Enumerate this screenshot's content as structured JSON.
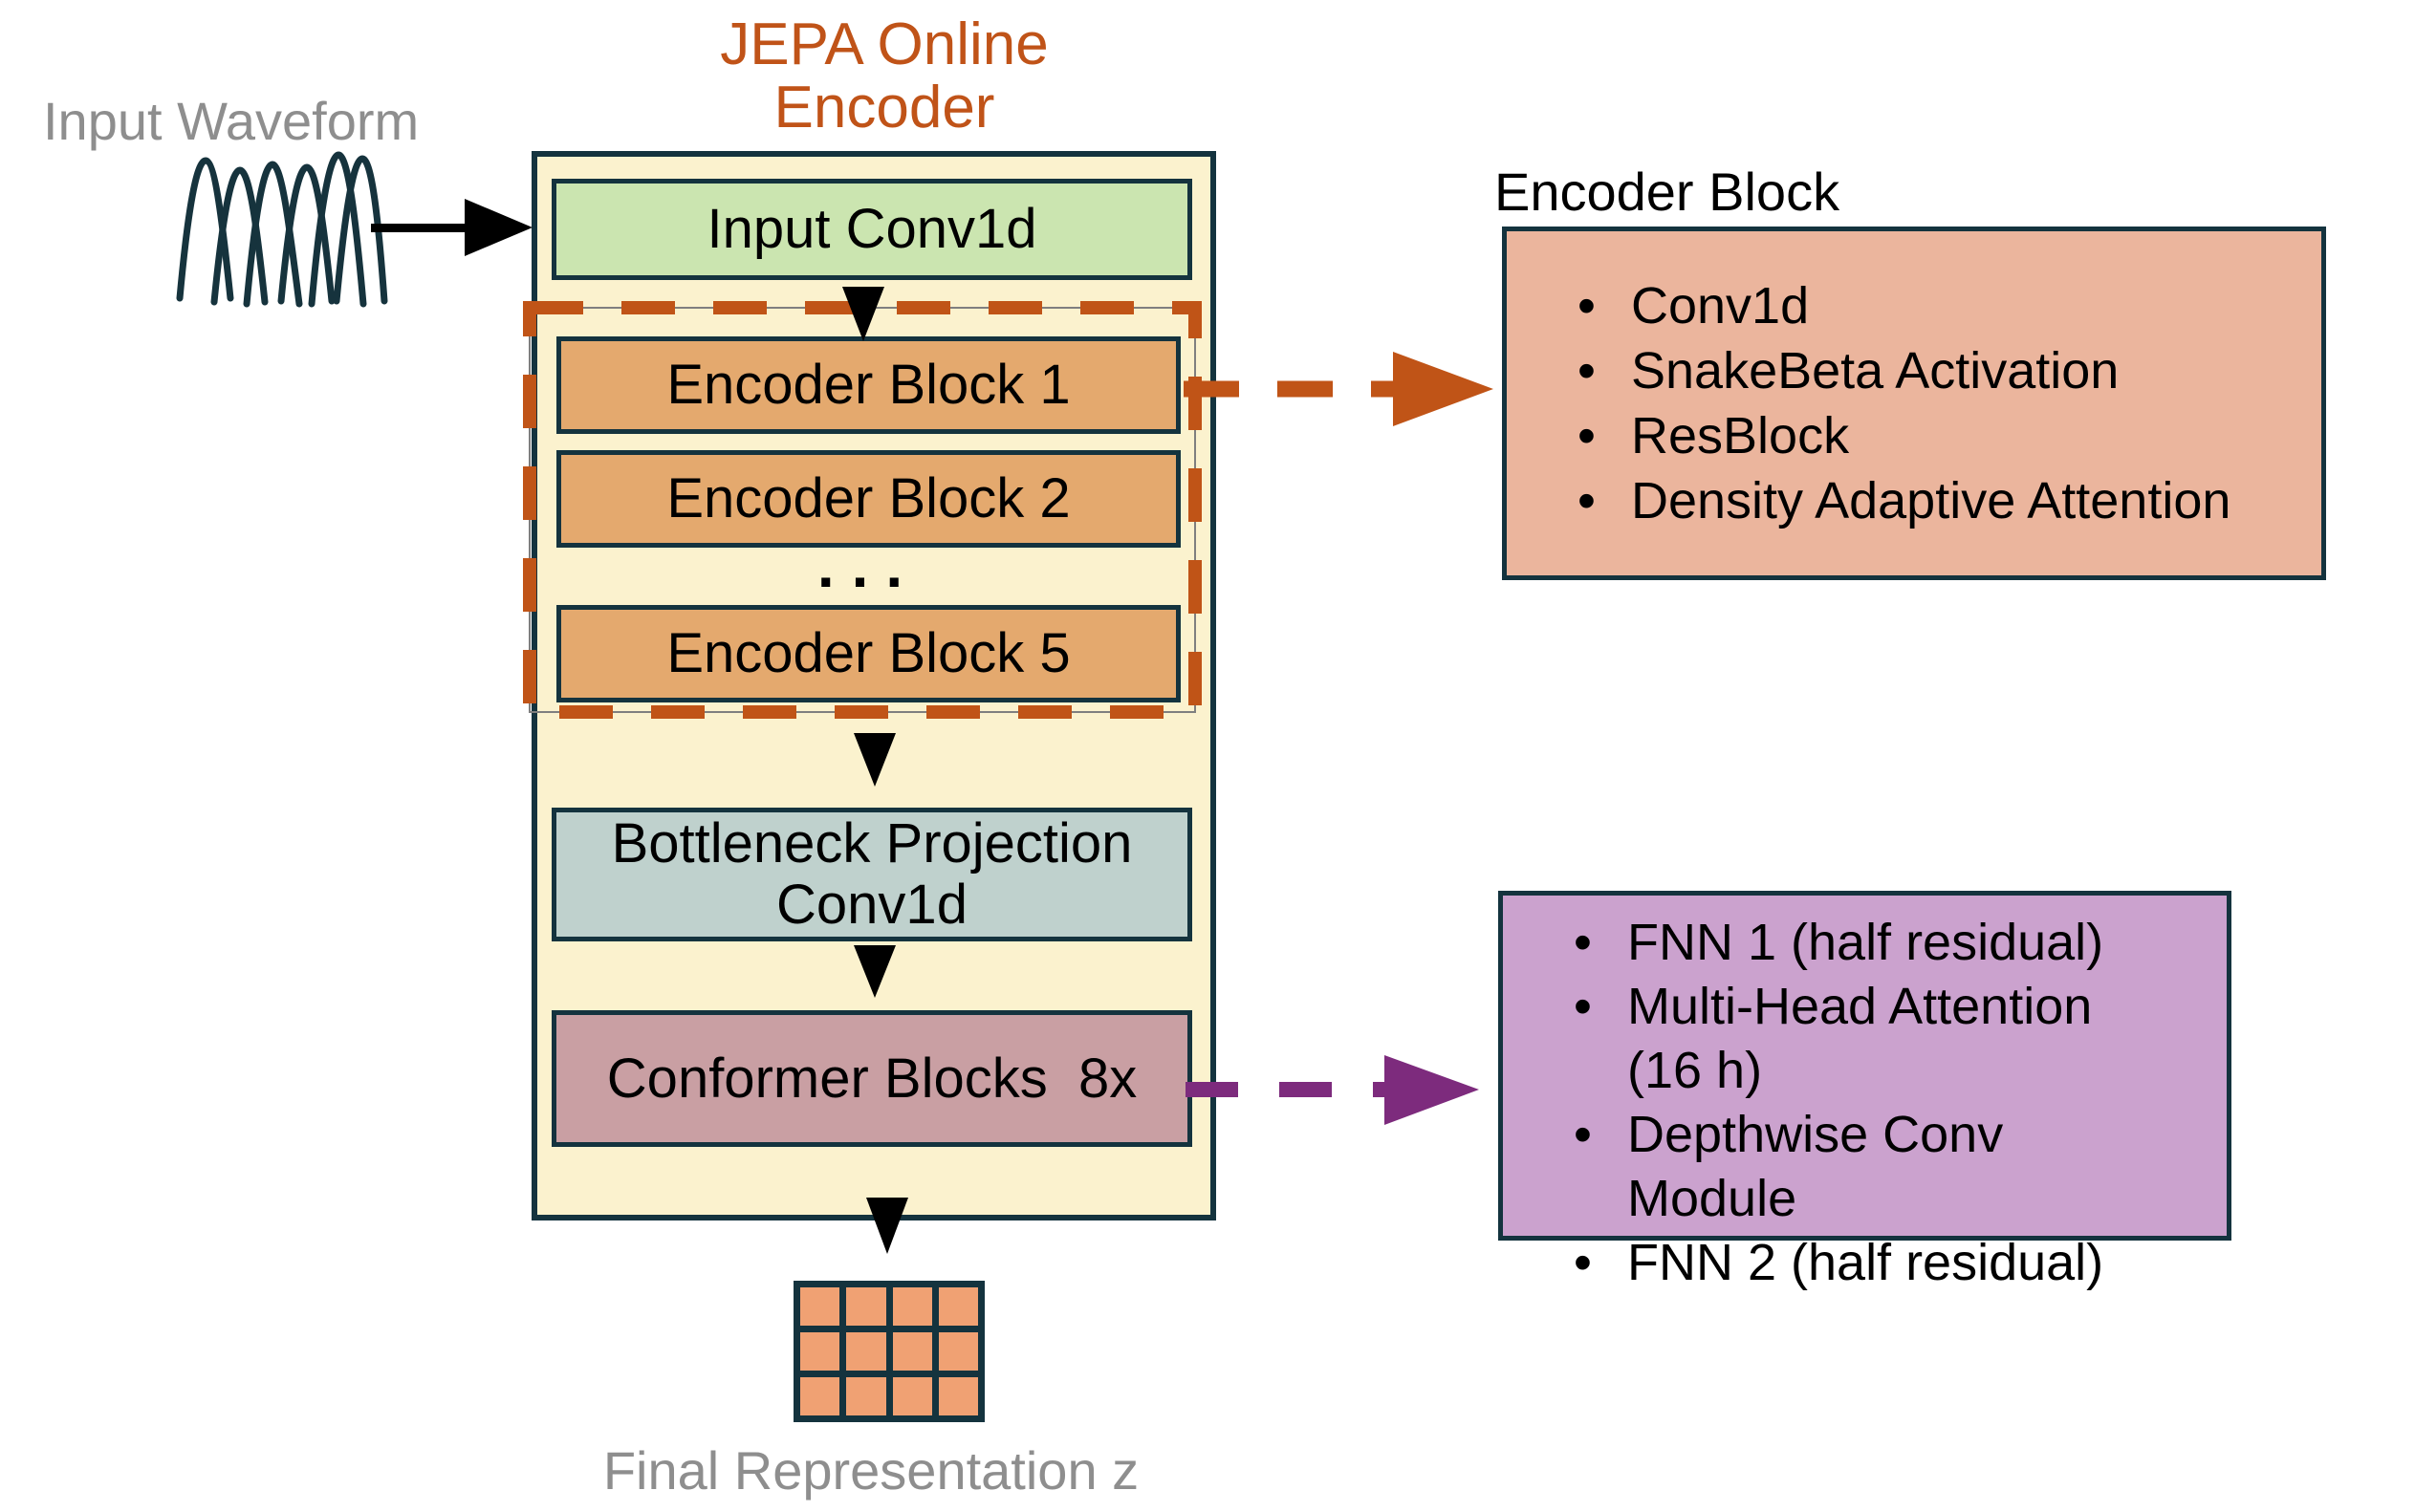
{
  "title": {
    "line1": "JEPA Online",
    "line2": "Encoder"
  },
  "input": {
    "label": "Input Waveform",
    "icon": "waveform-icon"
  },
  "encoder": {
    "input_conv_label": "Input Conv1d",
    "blocks": [
      "Encoder Block 1",
      "Encoder Block 2",
      "Encoder Block 5"
    ],
    "ellipsis": "...",
    "bottleneck_line1": "Bottleneck Projection",
    "bottleneck_line2": "Conv1d",
    "conformer_label": "Conformer Blocks  8x"
  },
  "encoder_block_detail": {
    "heading": "Encoder Block",
    "bullets": [
      "Conv1d",
      "SnakeBeta Activation",
      "ResBlock",
      "Density Adaptive Attention"
    ]
  },
  "conformer_detail": {
    "bullets": [
      "FNN 1 (half residual)",
      "Multi-Head Attention (16 h)",
      "Depthwise Conv Module",
      "FNN 2 (half residual)"
    ]
  },
  "output": {
    "label": "Final Representation z",
    "grid_rows": 3,
    "grid_cols": 4
  },
  "colors": {
    "title_orange": "#c05318",
    "accent_orange": "#c05417",
    "accent_purple": "#7d2b7d",
    "container_yellow": "#fbf2ce",
    "input_conv_green": "#cbe5b0",
    "encoder_tan": "#e4a96e",
    "bottleneck_bluegray": "#bfd1cd",
    "conformer_mauve": "#c99fa3",
    "detail_salmon": "#ebb59d",
    "detail_purple": "#cba2ce",
    "grid_cell_orange": "#f0a173",
    "border_dark_teal": "#14333e",
    "gray_text": "#8e8e8e"
  }
}
